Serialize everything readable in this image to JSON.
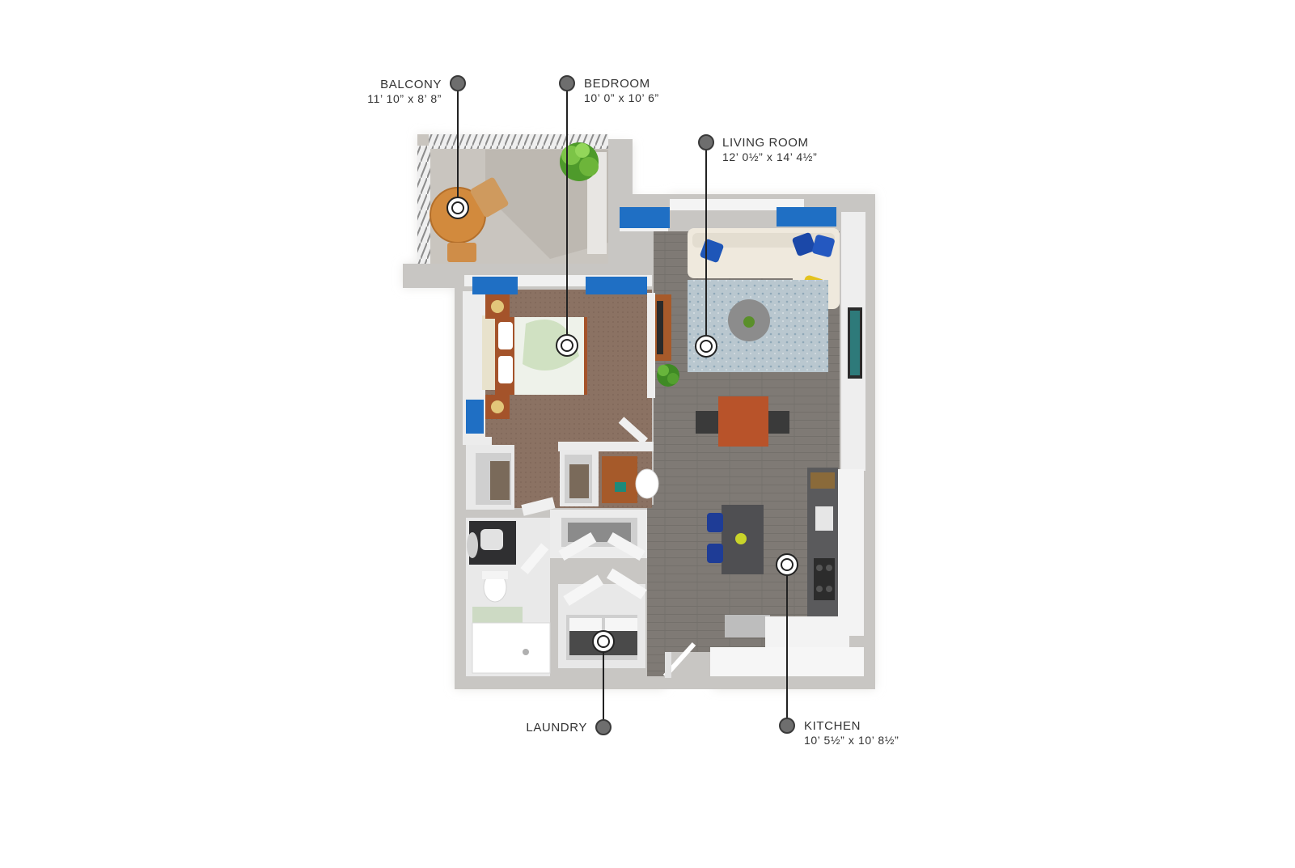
{
  "colors": {
    "wall": "#c9c7c4",
    "wall_shadow": "#a8a6a3",
    "wood_floor": "#7d7772",
    "carpet": "#8a7262",
    "balcony_floor": "#c6c2bc",
    "tile": "#eeeeee",
    "curtain": "#1f6fc4",
    "accent_yellow": "#e3c21e",
    "table_wood": "#b2552a",
    "marker": "#6e6e6e",
    "text": "#333333"
  },
  "rooms": [
    {
      "id": "balcony",
      "name": "BALCONY",
      "dims": "11’ 10” x 8’ 8”"
    },
    {
      "id": "bedroom",
      "name": "BEDROOM",
      "dims": "10’ 0” x 10’ 6”"
    },
    {
      "id": "living",
      "name": "LIVING ROOM",
      "dims": "12’ 0½” x 14’ 4½”"
    },
    {
      "id": "laundry",
      "name": "LAUNDRY",
      "dims": ""
    },
    {
      "id": "kitchen",
      "name": "KITCHEN",
      "dims": "10’ 5½” x 10’ 8½”"
    }
  ]
}
